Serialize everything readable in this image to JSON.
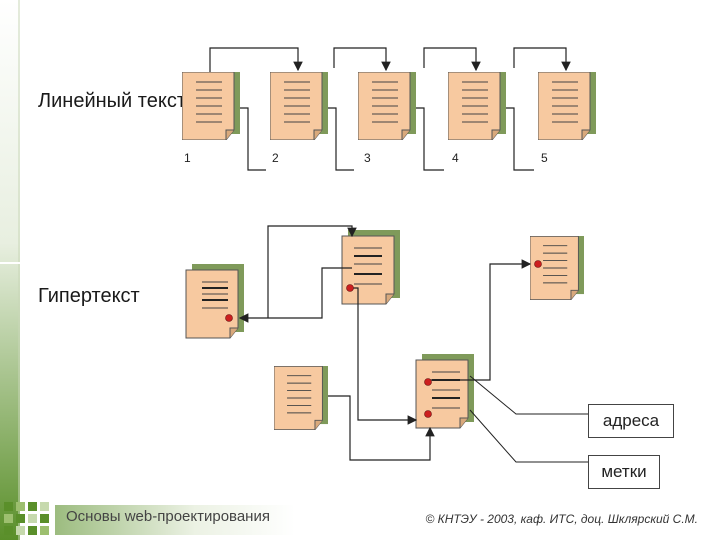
{
  "labels": {
    "linear": "Линейный текст",
    "hyper": "Гипертекст"
  },
  "page_numbers": [
    "1",
    "2",
    "3",
    "4",
    "5"
  ],
  "legend": {
    "addresses": "адреса",
    "labels": "метки"
  },
  "footer": {
    "course": "Основы web-проектирования",
    "copyright": "© КНТЭУ - 2003, каф. ИТС, доц. Шклярский С.М."
  },
  "colors": {
    "page_fill": "#f7c9a0",
    "page_shadow": "#7f9a5a",
    "dot": "#cc1f1f",
    "accent_green": "#5a8f2a"
  }
}
